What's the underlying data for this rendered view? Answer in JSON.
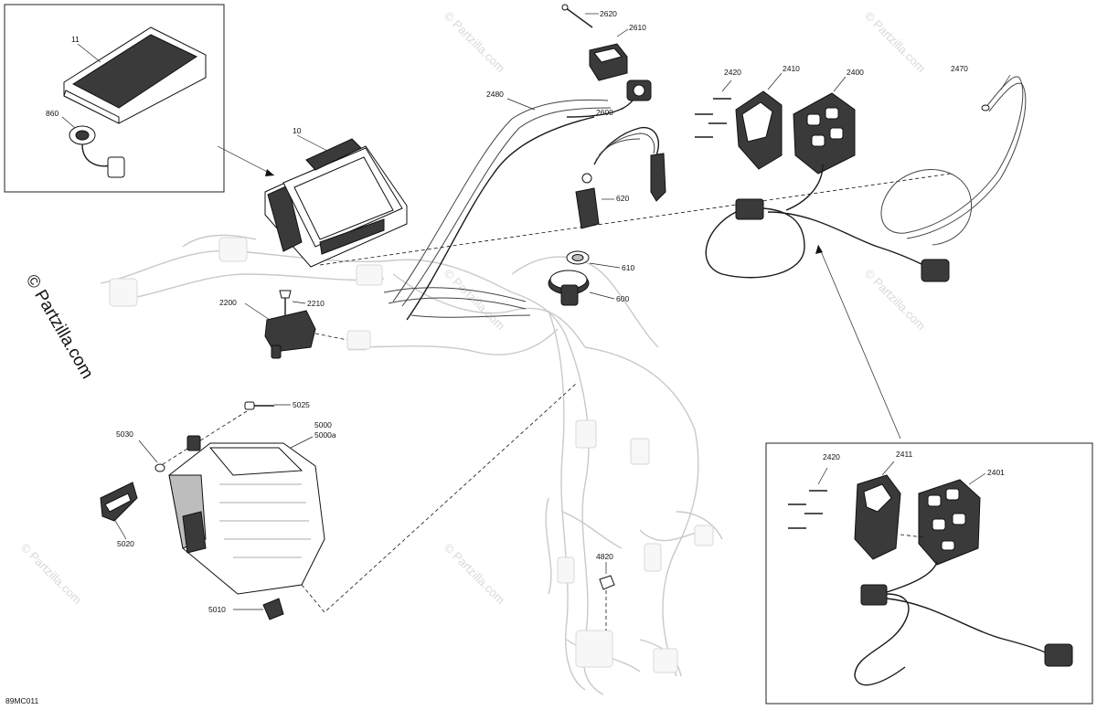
{
  "diagram_code": "89MC011",
  "watermark_text": "© Partzilla.com",
  "side_watermark": "© Partzilla.com",
  "labels": {
    "p11": "11",
    "p860": "860",
    "p10": "10",
    "p2620": "2620",
    "p2610": "2610",
    "p2480": "2480",
    "p2600": "2600",
    "p620": "620",
    "p610": "610",
    "p600": "600",
    "p2420a": "2420",
    "p2410": "2410",
    "p2400": "2400",
    "p2470": "2470",
    "p2200": "2200",
    "p2210": "2210",
    "p5025": "5025",
    "p5000": "5000",
    "p5000a": "5000a",
    "p5030": "5030",
    "p5020": "5020",
    "p5010": "5010",
    "p4820": "4820",
    "p2420b": "2420",
    "p2411": "2411",
    "p2401": "2401"
  }
}
